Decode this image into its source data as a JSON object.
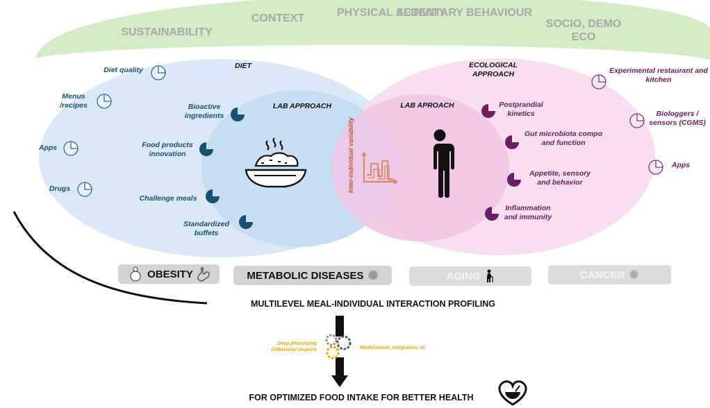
{
  "arc": {
    "labels": [
      "SUSTAINABILITY",
      "CONTEXT",
      "PHYSICAL ACTIVITY",
      "SEDENTARY BEHAVIOUR",
      "SOCIO, DEMO ECO"
    ]
  },
  "colors": {
    "arc_green": "#d3ecc6",
    "blue_ellipse": "#dbe9f6",
    "blue_inner": "#c6ddf2",
    "pink_ellipse": "#f6dcef",
    "pink_inner": "#efc6e4",
    "blue_text": "#1a4f7a",
    "purple_text": "#6b1f5f",
    "pill_gray": "#d3d3d3",
    "orange_text": "#f1a500",
    "graph_orange": "#d98b67"
  },
  "left": {
    "heading": "DIET",
    "outer_items": [
      "Diet quality",
      "Menus /recipes",
      "Apps",
      "Drugs"
    ],
    "lab_heading": "LAB APPROACH",
    "lab_items": [
      "Bioactive ingredients",
      "Food products innovation",
      "Challenge meals",
      "Standardized buffets"
    ]
  },
  "right": {
    "heading": "ECOLOGICAL APPROACH",
    "outer_items": [
      "Experimental restaurant and kitchen",
      "Biologgers / sensors (CGMS)",
      "Apps"
    ],
    "lab_heading": "LAB APROACH",
    "lab_items": [
      "Postprandial kinetics",
      "Gut microbiota compo and function",
      "Appetite, sensory and behavior",
      "Inflammation and immunity"
    ]
  },
  "center": {
    "variability_label": "Inter-individual variability"
  },
  "diseases": [
    "OBESITY",
    "METABOLIC DISEASES",
    "AGING",
    "CANCER"
  ],
  "flow": {
    "profiling_title": "MULTILEVEL MEAL-INDIVIDUAL INTERACTION PROFILING",
    "left_note": [
      "Deep phenotying",
      "Differential respons"
    ],
    "right_note": "Modelisation, integration, IA",
    "final_title": "FOR OPTIMIZED FOOD INTAKE FOR BETTER HEALTH"
  }
}
